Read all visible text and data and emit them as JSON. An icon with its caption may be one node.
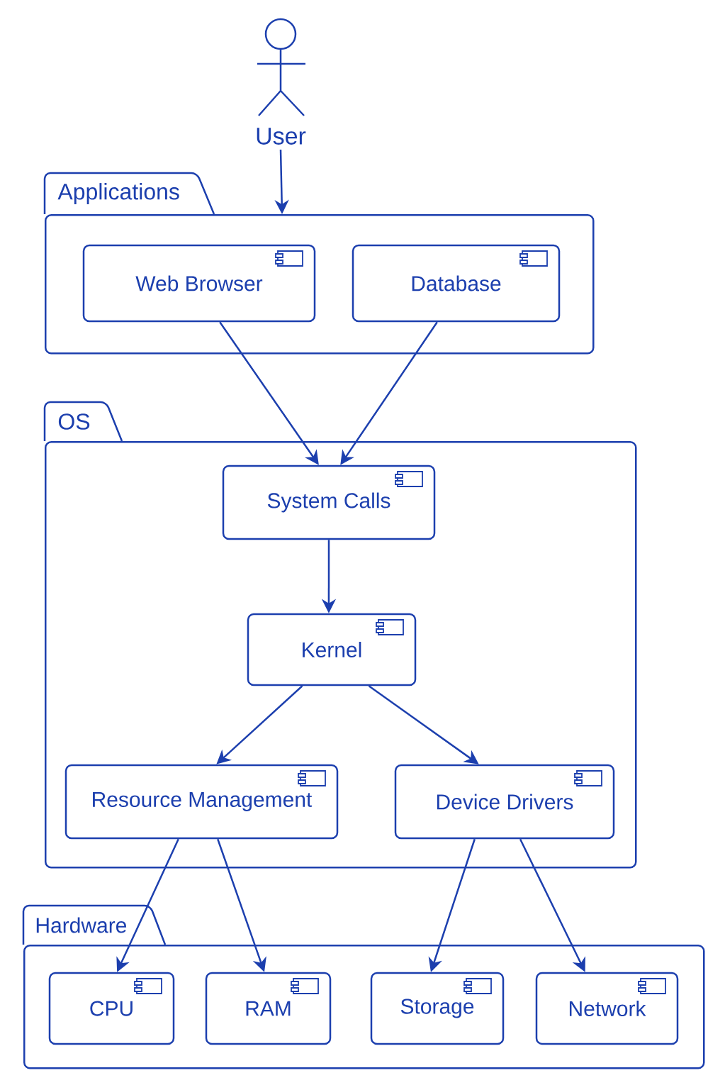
{
  "diagram": {
    "nodes": [
      {
        "text": [
          "User"
        ]
      },
      {
        "text": [
          "Applications"
        ]
      },
      {
        "text": [
          "Web Browser"
        ],
        "in": 1
      },
      {
        "text": [
          "Database"
        ],
        "in": 1
      },
      {
        "text": [
          "OS"
        ]
      },
      {
        "text": [
          "System Calls"
        ],
        "in": 4
      },
      {
        "text": [
          "Kernel"
        ],
        "in": 4
      },
      {
        "text": [
          "Resource Management"
        ],
        "in": 4
      },
      {
        "text": [
          "Device Drivers"
        ],
        "in": 4
      },
      {
        "text": [
          "Hardware"
        ]
      },
      {
        "text": [
          "CPU"
        ],
        "in": 9
      },
      {
        "text": [
          "RAM"
        ],
        "in": 9
      },
      {
        "text": [
          "Storage"
        ],
        "in": 9
      },
      {
        "text": [
          "Network"
        ],
        "in": 9
      }
    ],
    "edges": [
      {
        "from": 0,
        "to": 1,
        "arrow": "to"
      },
      {
        "from": 2,
        "to": 5,
        "arrow": "to"
      },
      {
        "from": 3,
        "to": 5,
        "arrow": "to"
      },
      {
        "from": 5,
        "to": 6,
        "arrow": "to"
      },
      {
        "from": 6,
        "to": 7,
        "arrow": "to"
      },
      {
        "from": 6,
        "to": 8,
        "arrow": "to"
      },
      {
        "from": 7,
        "to": 10,
        "arrow": "to"
      },
      {
        "from": 7,
        "to": 11,
        "arrow": "to"
      },
      {
        "from": 8,
        "to": 12,
        "arrow": "to"
      },
      {
        "from": 8,
        "to": 13,
        "arrow": "to"
      }
    ]
  }
}
